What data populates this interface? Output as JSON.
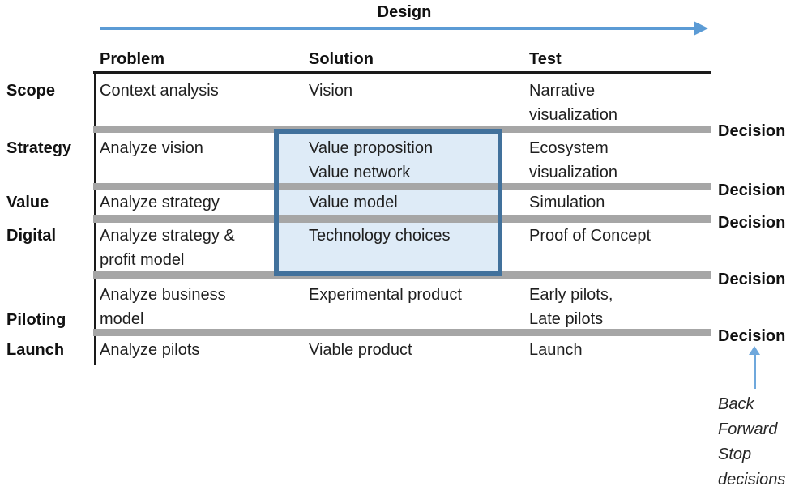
{
  "title_arrow": {
    "label": "Design"
  },
  "matrix": {
    "columns": [
      "Problem",
      "Solution",
      "Test"
    ],
    "rows": [
      {
        "label": "Scope",
        "problem": "Context analysis",
        "solution": "Vision",
        "test": "Narrative\nvisualization"
      },
      {
        "label": "Strategy",
        "problem": "Analyze vision",
        "solution": "Value proposition\nValue network",
        "test": "Ecosystem\nvisualization"
      },
      {
        "label": "Value",
        "problem": "Analyze strategy",
        "solution": "Value model",
        "test": "Simulation"
      },
      {
        "label": "Digital",
        "problem": "Analyze strategy &\nprofit model",
        "solution": "Technology choices",
        "test": "Proof of Concept"
      },
      {
        "label": "Piloting",
        "problem": "Analyze business\nmodel",
        "solution": "Experimental product",
        "test": "Early pilots,\nLate pilots"
      },
      {
        "label": "Launch",
        "problem": "Analyze pilots",
        "solution": "Viable product",
        "test": "Launch"
      }
    ]
  },
  "decision_gates": {
    "label": "Decision",
    "count": 5
  },
  "note": {
    "text": "Back\nForward\nStop\ndecisions"
  },
  "colors": {
    "arrow_blue": "#5B9BD5",
    "gate_bar_grey": "#A6A6A6",
    "highlight_border": "#41719C",
    "highlight_fill": "#DEEBF7",
    "note_arrow_blue": "#6FA8DC"
  }
}
